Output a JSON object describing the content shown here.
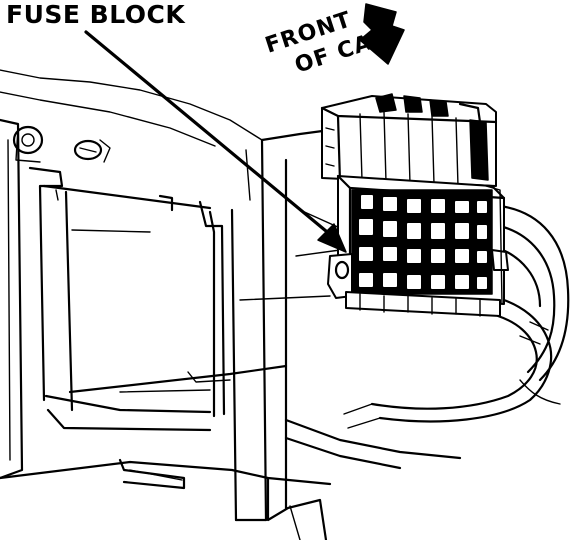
{
  "diagram": {
    "callout_label": "FUSE BLOCK",
    "direction_label": {
      "line1": "FRONT",
      "line2": "OF CAR"
    }
  },
  "colors": {
    "ink": "#000000",
    "paper": "#ffffff"
  }
}
